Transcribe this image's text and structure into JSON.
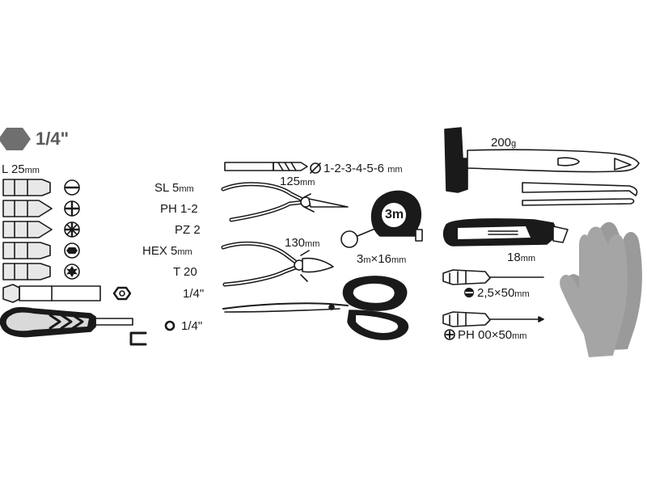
{
  "header": {
    "drive_label": "1/4\"",
    "colors": {
      "hex_badge": "#6f6f6f",
      "outline": "#1a1a1a",
      "glove": "#9a9a9a",
      "handle_grey": "#d9d9d9"
    }
  },
  "bits": {
    "length_label": "L 25",
    "length_unit": "mm",
    "items": [
      {
        "label": "SL 5",
        "unit": "mm",
        "icon": "slotted-icon"
      },
      {
        "label": "PH 1-2",
        "unit": "",
        "icon": "phillips-icon"
      },
      {
        "label": "PZ 2",
        "unit": "",
        "icon": "pozidriv-icon"
      },
      {
        "label": "HEX 5",
        "unit": "mm",
        "icon": "hex-socket-icon"
      },
      {
        "label": "T 20",
        "unit": "",
        "icon": "torx-icon"
      }
    ],
    "adapter_label": "1/4\"",
    "handle_label": "1/4\""
  },
  "center": {
    "drill_label": "1-2-3-4-5-6",
    "drill_unit": "mm",
    "pliers1_label": "125",
    "pliers1_unit": "mm",
    "pliers2_label": "130",
    "pliers2_unit": "mm",
    "tape_badge": "3m",
    "tape_label_a": "3",
    "tape_label_m1": "m",
    "tape_label_x": "×",
    "tape_label_b": "16",
    "tape_label_m2": "mm"
  },
  "right": {
    "hammer_label": "200",
    "hammer_unit": "g",
    "knife_label": "18",
    "knife_unit": "mm",
    "screwdriver1_label": "2,5×50",
    "screwdriver1_unit": "mm",
    "screwdriver2_label": "PH 00×50",
    "screwdriver2_unit": "mm"
  }
}
